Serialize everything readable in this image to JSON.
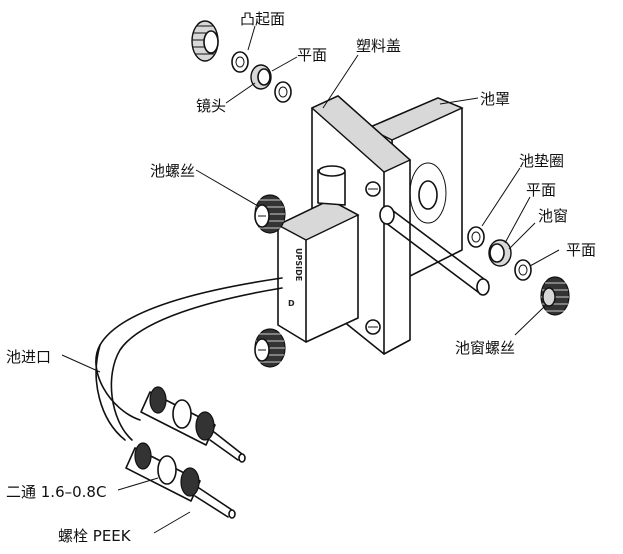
{
  "labels": {
    "convex_face": "凸起面",
    "flat_face_top": "平面",
    "lens": "镜头",
    "plastic_cover": "塑料盖",
    "cell_housing": "池罩",
    "cell_screw": "池螺丝",
    "cell_gasket": "池垫圈",
    "flat_face_right_1": "平面",
    "cell_window": "池窗",
    "flat_face_right_2": "平面",
    "cell_window_screw": "池窗螺丝",
    "cell_inlet": "池进口",
    "union_spec": "二通 1.6–0.8C",
    "bolt_peek": "螺栓 PEEK"
  },
  "stamps": {
    "upside": "UPSIDE"
  }
}
